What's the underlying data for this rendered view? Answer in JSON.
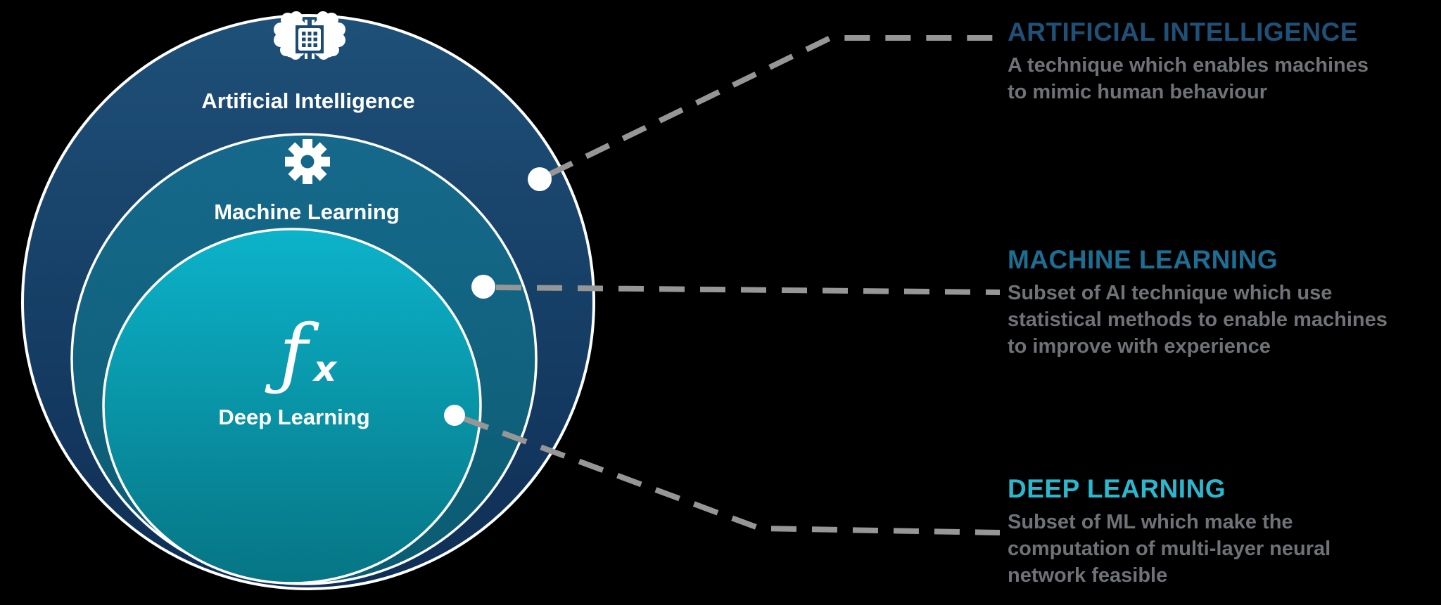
{
  "diagram": {
    "circles": [
      {
        "label": "Artificial Intelligence",
        "icon": "brain-chip-icon"
      },
      {
        "label": "Machine Learning",
        "icon": "gear-icon"
      },
      {
        "label": "Deep Learning",
        "icon": "fx-icon",
        "icon_glyph_f": "ƒ",
        "icon_glyph_x": "x"
      }
    ],
    "sections": [
      {
        "heading": "ARTIFICIAL INTELLIGENCE",
        "heading_color": "#1F5078",
        "desc_lines": [
          "A technique which enables machines",
          "to mimic human behaviour"
        ]
      },
      {
        "heading": "MACHINE LEARNING",
        "heading_color": "#1D6E94",
        "desc_lines": [
          "Subset of AI technique which use",
          "statistical methods to enable machines",
          "to improve with experience"
        ]
      },
      {
        "heading": "DEEP LEARNING",
        "heading_color": "#2BB8CE",
        "desc_lines": [
          "Subset of ML which make the",
          "computation of multi-layer neural",
          "network feasible"
        ]
      }
    ],
    "colors": {
      "background": "#000000",
      "outer_circle_top": "#1E5078",
      "outer_circle_bottom": "#0F2E55",
      "middle_circle_top": "#17698C",
      "middle_circle_bottom": "#0A5C72",
      "inner_circle_top": "#0CB3CA",
      "inner_circle_bottom": "#067584",
      "circle_border": "#FFFFFF",
      "connector": "#969696",
      "dot": "#FFFFFF",
      "circle_label_text": "#FFFFFF",
      "description_text": "#6F7276"
    }
  }
}
